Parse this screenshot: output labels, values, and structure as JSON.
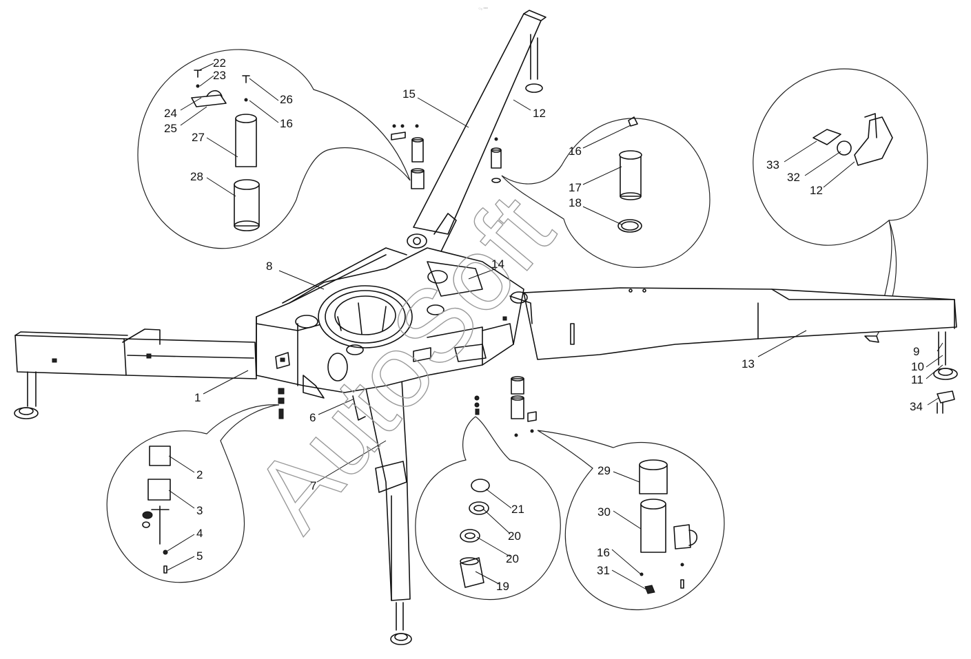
{
  "watermark": "AutoSoft",
  "top_mark": "○ₒ •••",
  "labels": {
    "l1": "1",
    "l2": "2",
    "l3": "3",
    "l4": "4",
    "l5": "5",
    "l6": "6",
    "l7": "7",
    "l8": "8",
    "l9": "9",
    "l10": "10",
    "l11": "11",
    "l12a": "12",
    "l12b": "12",
    "l13": "13",
    "l14": "14",
    "l15": "15",
    "l16a": "16",
    "l16b": "16",
    "l16c": "16",
    "l17": "17",
    "l18": "18",
    "l19": "19",
    "l20a": "20",
    "l20b": "20",
    "l21": "21",
    "l22": "22",
    "l23": "23",
    "l24": "24",
    "l25": "25",
    "l26": "26",
    "l27": "27",
    "l28": "28",
    "l29": "29",
    "l30": "30",
    "l31": "31",
    "l32": "32",
    "l33": "33",
    "l34": "34"
  }
}
